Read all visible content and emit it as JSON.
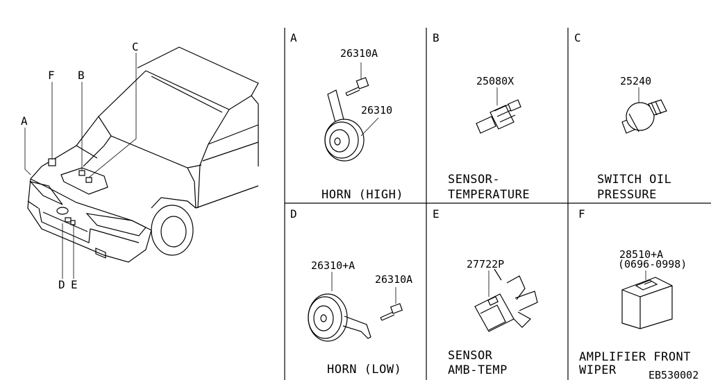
{
  "car_callouts": {
    "a": "A",
    "b": "B",
    "c": "C",
    "d": "D",
    "e": "E",
    "f": "F"
  },
  "panels": {
    "a": {
      "letter": "A",
      "part_top": "26310A",
      "part_side": "26310",
      "caption": [
        "HORN (HIGH)"
      ]
    },
    "b": {
      "letter": "B",
      "part": "25080X",
      "caption": [
        "SENSOR-",
        "TEMPERATURE"
      ]
    },
    "c": {
      "letter": "C",
      "part": "25240",
      "caption": [
        "SWITCH OIL",
        "PRESSURE"
      ]
    },
    "d": {
      "letter": "D",
      "part_left": "26310+A",
      "part_right": "26310A",
      "caption": [
        "HORN (LOW)"
      ]
    },
    "e": {
      "letter": "E",
      "part": "27722P",
      "caption": [
        "SENSOR",
        "AMB-TEMP"
      ]
    },
    "f": {
      "letter": "F",
      "part": "28510+A",
      "part_range": "(0696-0998)",
      "caption": [
        "AMPLIFIER FRONT",
        "WIPER"
      ]
    }
  },
  "diagram_code": "EB530002"
}
